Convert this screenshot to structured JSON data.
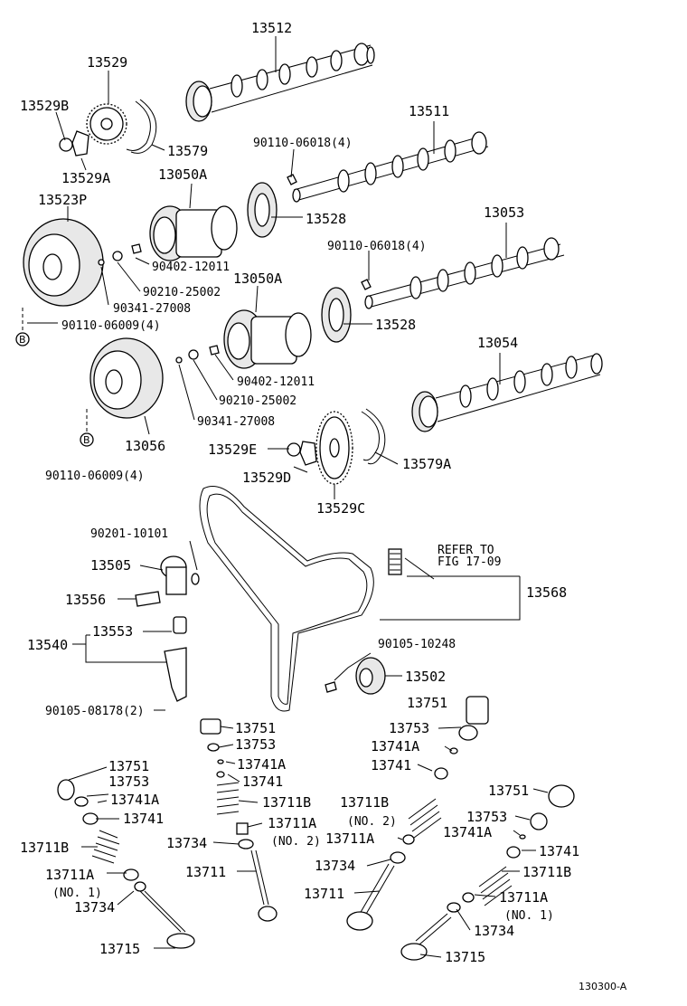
{
  "diagram_code": "130300-A",
  "labels": {
    "l_13512": "13512",
    "l_13529": "13529",
    "l_13529B": "13529B",
    "l_13579": "13579",
    "l_13529A": "13529A",
    "l_13511": "13511",
    "l_90110_06018_a": "90110-06018(4)",
    "l_13050A_a": "13050A",
    "l_13528_a": "13528",
    "l_13523P": "13523P",
    "l_13053": "13053",
    "l_90402_12011_a": "90402-12011",
    "l_90110_06018_b": "90110-06018(4)",
    "l_90210_25002_a": "90210-25002",
    "l_13050A_b": "13050A",
    "l_90341_27008_a": "90341-27008",
    "l_90110_06009_a": "90110-06009(4)",
    "l_13528_b": "13528",
    "l_13054": "13054",
    "l_90402_12011_b": "90402-12011",
    "l_90210_25002_b": "90210-25002",
    "l_90341_27008_b": "90341-27008",
    "l_13056": "13056",
    "l_13529E": "13529E",
    "l_13579A": "13579A",
    "l_13529D": "13529D",
    "l_90110_06009_b": "90110-06009(4)",
    "l_13529C": "13529C",
    "l_90201_10101": "90201-10101",
    "l_refer_to": "REFER TO",
    "l_fig": "FIG 17-09",
    "l_13505": "13505",
    "l_13568": "13568",
    "l_13556": "13556",
    "l_13553": "13553",
    "l_13540": "13540",
    "l_90105_10248": "90105-10248",
    "l_13502": "13502",
    "l_13751_a": "13751",
    "l_90105_08178": "90105-08178(2)",
    "l_13751_b": "13751",
    "l_13753_a": "13753",
    "l_13753_b": "13753",
    "l_13741A_a": "13741A",
    "l_13741A_b": "13741A",
    "l_13751_c": "13751",
    "l_13741_a": "13741",
    "l_13741_b": "13741",
    "l_13753_c": "13753",
    "l_13741A_c": "13741A",
    "l_13711B_a": "13711B",
    "l_13741_c": "13741",
    "l_13711B_b": "13711B",
    "l_13751_d": "13751",
    "l_13711A_a": "13711A",
    "l_no2_a": "(NO. 2)",
    "l_13753_d": "13753",
    "l_13711B_c": "13711B",
    "l_13741A_d": "13741A",
    "l_13734_a": "13734",
    "l_no2_b": "(NO. 2)",
    "l_13711A_b": "13711A",
    "l_13741_d": "13741",
    "l_13711A_c": "13711A",
    "l_13711_a": "13711",
    "l_13734_b": "13734",
    "l_13711B_d": "13711B",
    "l_no1_a": "(NO. 1)",
    "l_13711_b": "13711",
    "l_13711A_d": "13711A",
    "l_13734_c": "13734",
    "l_no1_b": "(NO. 1)",
    "l_13734_d": "13734",
    "l_13715_a": "13715",
    "l_13715_b": "13715",
    "l_B_a": "B",
    "l_B_b": "B"
  }
}
